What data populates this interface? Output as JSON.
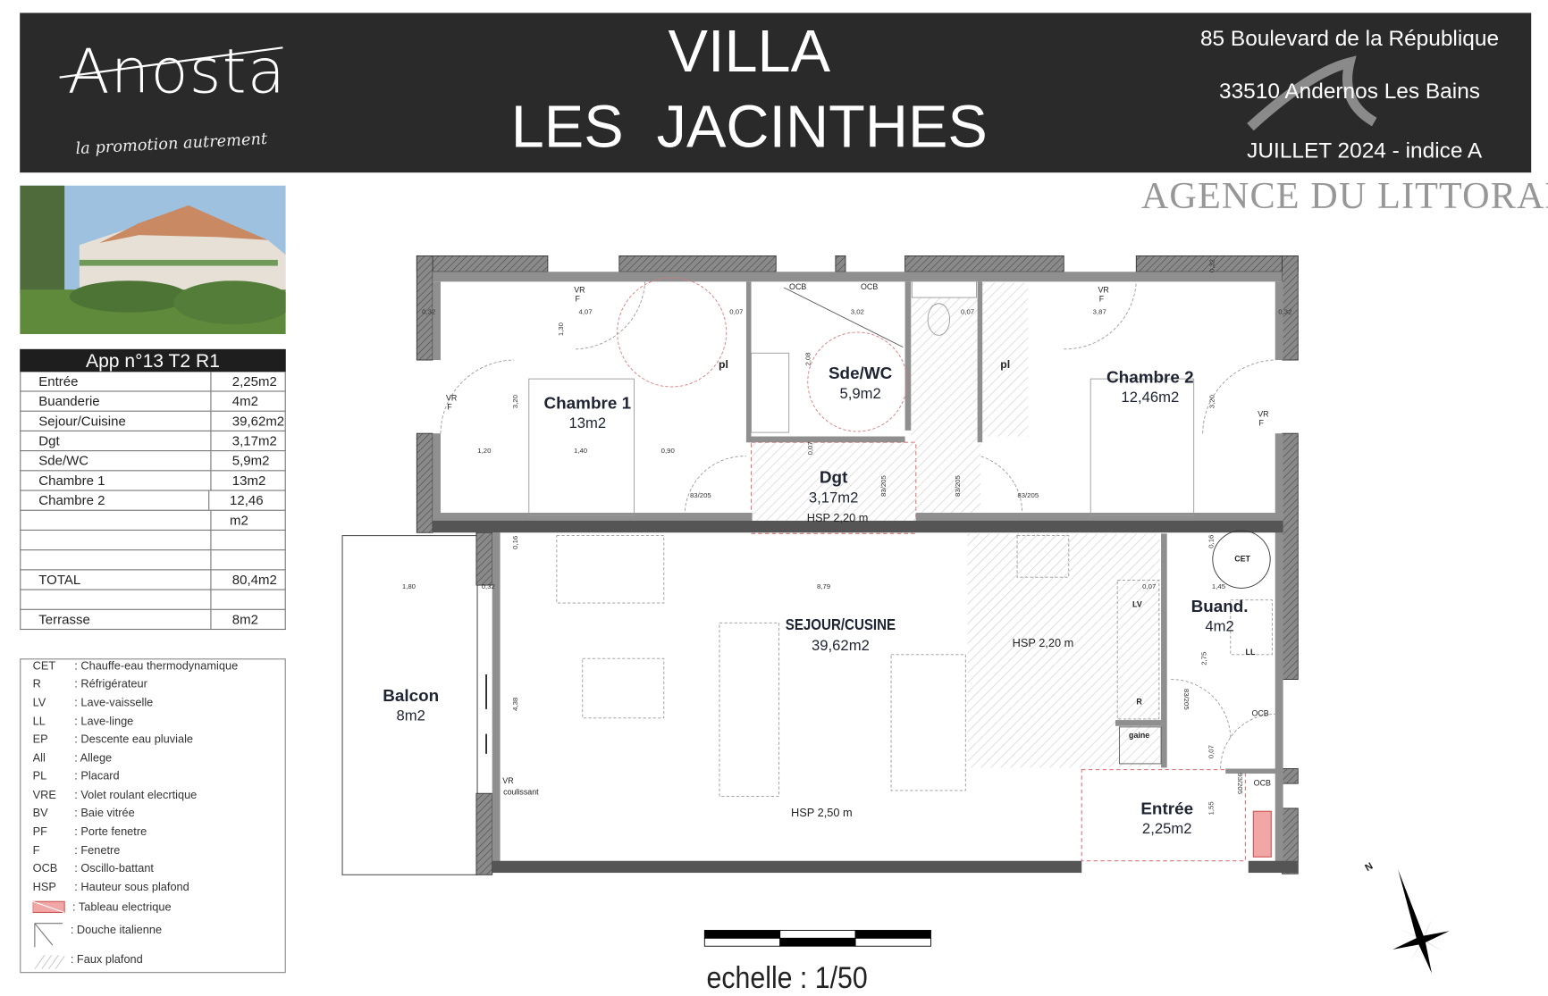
{
  "header": {
    "logo": {
      "name": "Anosta",
      "tagline": "la promotion autrement"
    },
    "title_line1": "VILLA",
    "title_line2": "LES  JACINTHES",
    "address_line1": "85 Boulevard de la République",
    "address_line2": "33510 Andernos Les Bains",
    "date": "JUILLET 2024 - indice A",
    "watermark": "AGENCE DU LITTORAL"
  },
  "areas": {
    "title": "App n°13 T2 R1",
    "rows": [
      {
        "label": "Entrée",
        "value": "2,25m2"
      },
      {
        "label": "Buanderie",
        "value": "4m2"
      },
      {
        "label": "Sejour/Cuisine",
        "value": "39,62m2"
      },
      {
        "label": "Dgt",
        "value": "3,17m2"
      },
      {
        "label": "Sde/WC",
        "value": "5,9m2"
      },
      {
        "label": "Chambre 1",
        "value": "13m2"
      },
      {
        "label": "Chambre 2",
        "value": "12,46 m2"
      }
    ],
    "total": {
      "label": "TOTAL",
      "value": "80,4m2"
    },
    "terrace": {
      "label": "Terrasse",
      "value": "8m2"
    }
  },
  "legend": [
    {
      "abbr": "CET",
      "desc": ":   Chauffe-eau thermodynamique"
    },
    {
      "abbr": "R",
      "desc": ":  Réfrigérateur"
    },
    {
      "abbr": "LV",
      "desc": ":   Lave-vaisselle"
    },
    {
      "abbr": "LL",
      "desc": ":   Lave-linge"
    },
    {
      "abbr": "EP",
      "desc": ":    Descente eau pluviale"
    },
    {
      "abbr": "All",
      "desc": ":   Allege"
    },
    {
      "abbr": "PL",
      "desc": ":   Placard"
    },
    {
      "abbr": "VRE",
      "desc": ":   Volet roulant elecrtique"
    },
    {
      "abbr": "BV",
      "desc": ":   Baie vitrée"
    },
    {
      "abbr": "PF",
      "desc": ":   Porte fenetre"
    },
    {
      "abbr": "F",
      "desc": ":    Fenetre"
    },
    {
      "abbr": "OCB",
      "desc": ":   Oscillo-battant"
    },
    {
      "abbr": "HSP",
      "desc": ":    Hauteur sous plafond"
    }
  ],
  "legend_symbols": {
    "electrical_panel": ": Tableau electrique",
    "italian_shower": ": Douche italienne",
    "false_ceiling": ": Faux plafond"
  },
  "plan": {
    "rooms": {
      "chambre1": {
        "name": "Chambre 1",
        "area": "13m2"
      },
      "sde": {
        "name": "Sde/WC",
        "area": "5,9m2"
      },
      "dgt": {
        "name": "Dgt",
        "area": "3,17m2",
        "hsp": "HSP 2,20 m"
      },
      "chambre2": {
        "name": "Chambre 2",
        "area": "12,46m2"
      },
      "sejour": {
        "name": "SEJOUR/CUSINE",
        "area": "39,62m2",
        "hsp": "HSP 2,50 m"
      },
      "cuisine": {
        "hsp": "HSP 2,20 m"
      },
      "buand": {
        "name": "Buand.",
        "area": "4m2"
      },
      "entree": {
        "name": "Entrée",
        "area": "2,25m2"
      },
      "balcon": {
        "name": "Balcon",
        "area": "8m2"
      }
    },
    "dims": [
      "4,07",
      "1,30",
      "3,20",
      "1,20",
      "1,40",
      "0,90",
      "0,32",
      "0,07",
      "3,02",
      "2,08",
      "0,07",
      "3,87",
      "0,32",
      "0,32",
      "3,20",
      "0,07",
      "83/205",
      "83/205",
      "83/205",
      "83/205",
      "0,16",
      "1,80",
      "0,32",
      "8,79",
      "4,38",
      "0,16",
      "0,07",
      "1,45",
      "2,75",
      "83/205",
      "0,07",
      "93/205",
      "1,55"
    ],
    "annotations": {
      "vr": "VR",
      "f": "F",
      "pl": "pl",
      "ocb": "OCB",
      "cet": "CET",
      "lv": "LV",
      "ll": "LL",
      "r": "R",
      "gaine": "gaine",
      "coulissant": "coulissant"
    }
  },
  "scale": {
    "label": "echelle : 1/50"
  },
  "compass": {
    "label": "N"
  }
}
